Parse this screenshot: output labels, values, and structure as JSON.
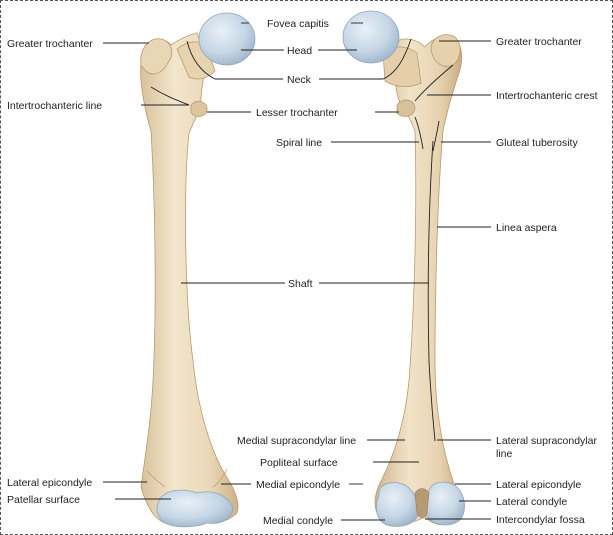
{
  "labels": {
    "fovea_capitis": "Fovea capitis",
    "head": "Head",
    "neck": "Neck",
    "greater_trochanter_left": "Greater trochanter",
    "greater_trochanter_right": "Greater trochanter",
    "intertrochanteric_line": "Intertrochanteric line",
    "lesser_trochanter": "Lesser trochanter",
    "intertrochanteric_crest": "Intertrochanteric crest",
    "spiral_line": "Spiral line",
    "gluteal_tuberosity": "Gluteal tuberosity",
    "linea_aspera": "Linea aspera",
    "shaft": "Shaft",
    "medial_supracondylar_line": "Medial supracondylar line",
    "lateral_supracondylar_line_1": "Lateral supracondylar",
    "lateral_supracondylar_line_2": "line",
    "popliteal_surface": "Popliteal surface",
    "lateral_epicondyle_left": "Lateral epicondyle",
    "lateral_epicondyle_right": "Lateral epicondyle",
    "medial_epicondyle": "Medial epicondyle",
    "patellar_surface": "Patellar surface",
    "lateral_condyle": "Lateral condyle",
    "medial_condyle": "Medial condyle",
    "intercondylar_fossa": "Intercondylar fossa"
  },
  "colors": {
    "bone": "#ecdcbf",
    "bone_shadow": "#c9b08a",
    "cartilage": "#c8d8e6",
    "cartilage_edge": "#9fb4c8"
  }
}
